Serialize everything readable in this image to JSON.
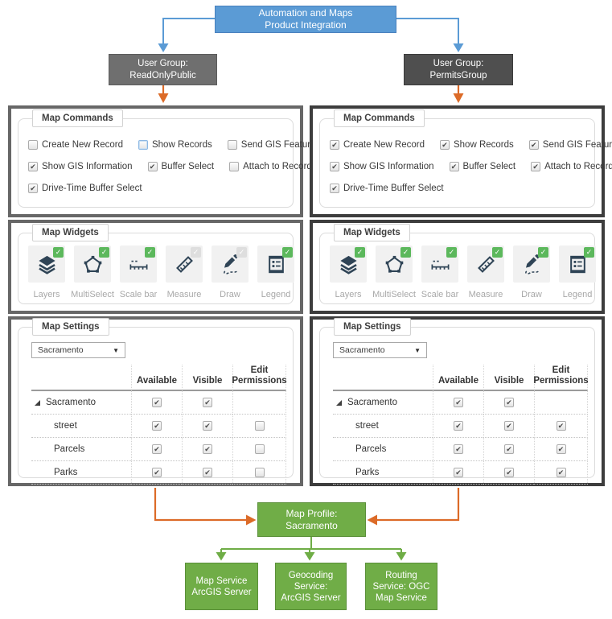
{
  "colors": {
    "root_blue": "#5B9BD5",
    "group_gray_left": "#6F6F6F",
    "group_gray_right": "#4F4F4F",
    "profile_green": "#70AD47",
    "arrow_orange": "#DC6B28",
    "arrow_blue": "#5B9BD5",
    "arrow_green": "#6FAD46",
    "check_badge_green": "#5CB85C"
  },
  "flow": {
    "root": {
      "line1": "Automation and Maps",
      "line2": "Product Integration"
    },
    "group_left": {
      "line1": "User Group:",
      "line2": "ReadOnlyPublic"
    },
    "group_right": {
      "line1": "User Group:",
      "line2": "PermitsGroup"
    },
    "profile": {
      "line1": "Map Profile:",
      "line2": "Sacramento"
    },
    "services": [
      {
        "lines": [
          "Map Service",
          "ArcGIS Server"
        ]
      },
      {
        "lines": [
          "Geocoding",
          "Service:",
          "ArcGIS Server"
        ]
      },
      {
        "lines": [
          "Routing",
          "Service: OGC",
          "Map Service"
        ]
      }
    ]
  },
  "panels": {
    "left": {
      "group": "ReadOnlyPublic",
      "map_commands": {
        "title": "Map Commands",
        "rows": [
          [
            {
              "label": "Create New Record",
              "checked": false
            },
            {
              "label": "Show Records",
              "checked": false,
              "focus": true
            },
            {
              "label": "Send GIS Feature",
              "checked": false
            }
          ],
          [
            {
              "label": "Show GIS Information",
              "checked": true
            },
            {
              "label": "Buffer Select",
              "checked": true
            },
            {
              "label": "Attach to Record",
              "checked": false
            }
          ],
          [
            {
              "label": "Drive-Time Buffer Select",
              "checked": true
            }
          ]
        ]
      },
      "map_widgets": {
        "title": "Map Widgets",
        "items": [
          {
            "label": "Layers",
            "icon": "layers-icon",
            "enabled": true
          },
          {
            "label": "MultiSelect",
            "icon": "multiselect-icon",
            "enabled": true
          },
          {
            "label": "Scale bar",
            "icon": "scalebar-icon",
            "enabled": true
          },
          {
            "label": "Measure",
            "icon": "measure-icon",
            "enabled": false
          },
          {
            "label": "Draw",
            "icon": "draw-icon",
            "enabled": false
          },
          {
            "label": "Legend",
            "icon": "legend-icon",
            "enabled": true
          }
        ]
      },
      "map_settings": {
        "title": "Map Settings",
        "dropdown_value": "Sacramento",
        "columns": [
          "Available",
          "Visible",
          "Edit Permissions"
        ],
        "rows": [
          {
            "name": "Sacramento",
            "parent": true,
            "available": true,
            "visible": true,
            "edit": null
          },
          {
            "name": "street",
            "parent": false,
            "available": true,
            "visible": true,
            "edit": false
          },
          {
            "name": "Parcels",
            "parent": false,
            "available": true,
            "visible": true,
            "edit": false
          },
          {
            "name": "Parks",
            "parent": false,
            "available": true,
            "visible": true,
            "edit": false
          }
        ]
      }
    },
    "right": {
      "group": "PermitsGroup",
      "map_commands": {
        "title": "Map Commands",
        "rows": [
          [
            {
              "label": "Create New Record",
              "checked": true
            },
            {
              "label": "Show Records",
              "checked": true
            },
            {
              "label": "Send GIS Feature",
              "checked": true
            }
          ],
          [
            {
              "label": "Show GIS Information",
              "checked": true
            },
            {
              "label": "Buffer Select",
              "checked": true
            },
            {
              "label": "Attach to Record",
              "checked": true
            }
          ],
          [
            {
              "label": "Drive-Time Buffer Select",
              "checked": true
            }
          ]
        ]
      },
      "map_widgets": {
        "title": "Map Widgets",
        "items": [
          {
            "label": "Layers",
            "icon": "layers-icon",
            "enabled": true
          },
          {
            "label": "MultiSelect",
            "icon": "multiselect-icon",
            "enabled": true
          },
          {
            "label": "Scale bar",
            "icon": "scalebar-icon",
            "enabled": true
          },
          {
            "label": "Measure",
            "icon": "measure-icon",
            "enabled": true
          },
          {
            "label": "Draw",
            "icon": "draw-icon",
            "enabled": true
          },
          {
            "label": "Legend",
            "icon": "legend-icon",
            "enabled": true
          }
        ]
      },
      "map_settings": {
        "title": "Map Settings",
        "dropdown_value": "Sacramento",
        "columns": [
          "Available",
          "Visible",
          "Edit Permissions"
        ],
        "rows": [
          {
            "name": "Sacramento",
            "parent": true,
            "available": true,
            "visible": true,
            "edit": null
          },
          {
            "name": "street",
            "parent": false,
            "available": true,
            "visible": true,
            "edit": true
          },
          {
            "name": "Parcels",
            "parent": false,
            "available": true,
            "visible": true,
            "edit": true
          },
          {
            "name": "Parks",
            "parent": false,
            "available": true,
            "visible": true,
            "edit": true
          }
        ]
      }
    }
  }
}
